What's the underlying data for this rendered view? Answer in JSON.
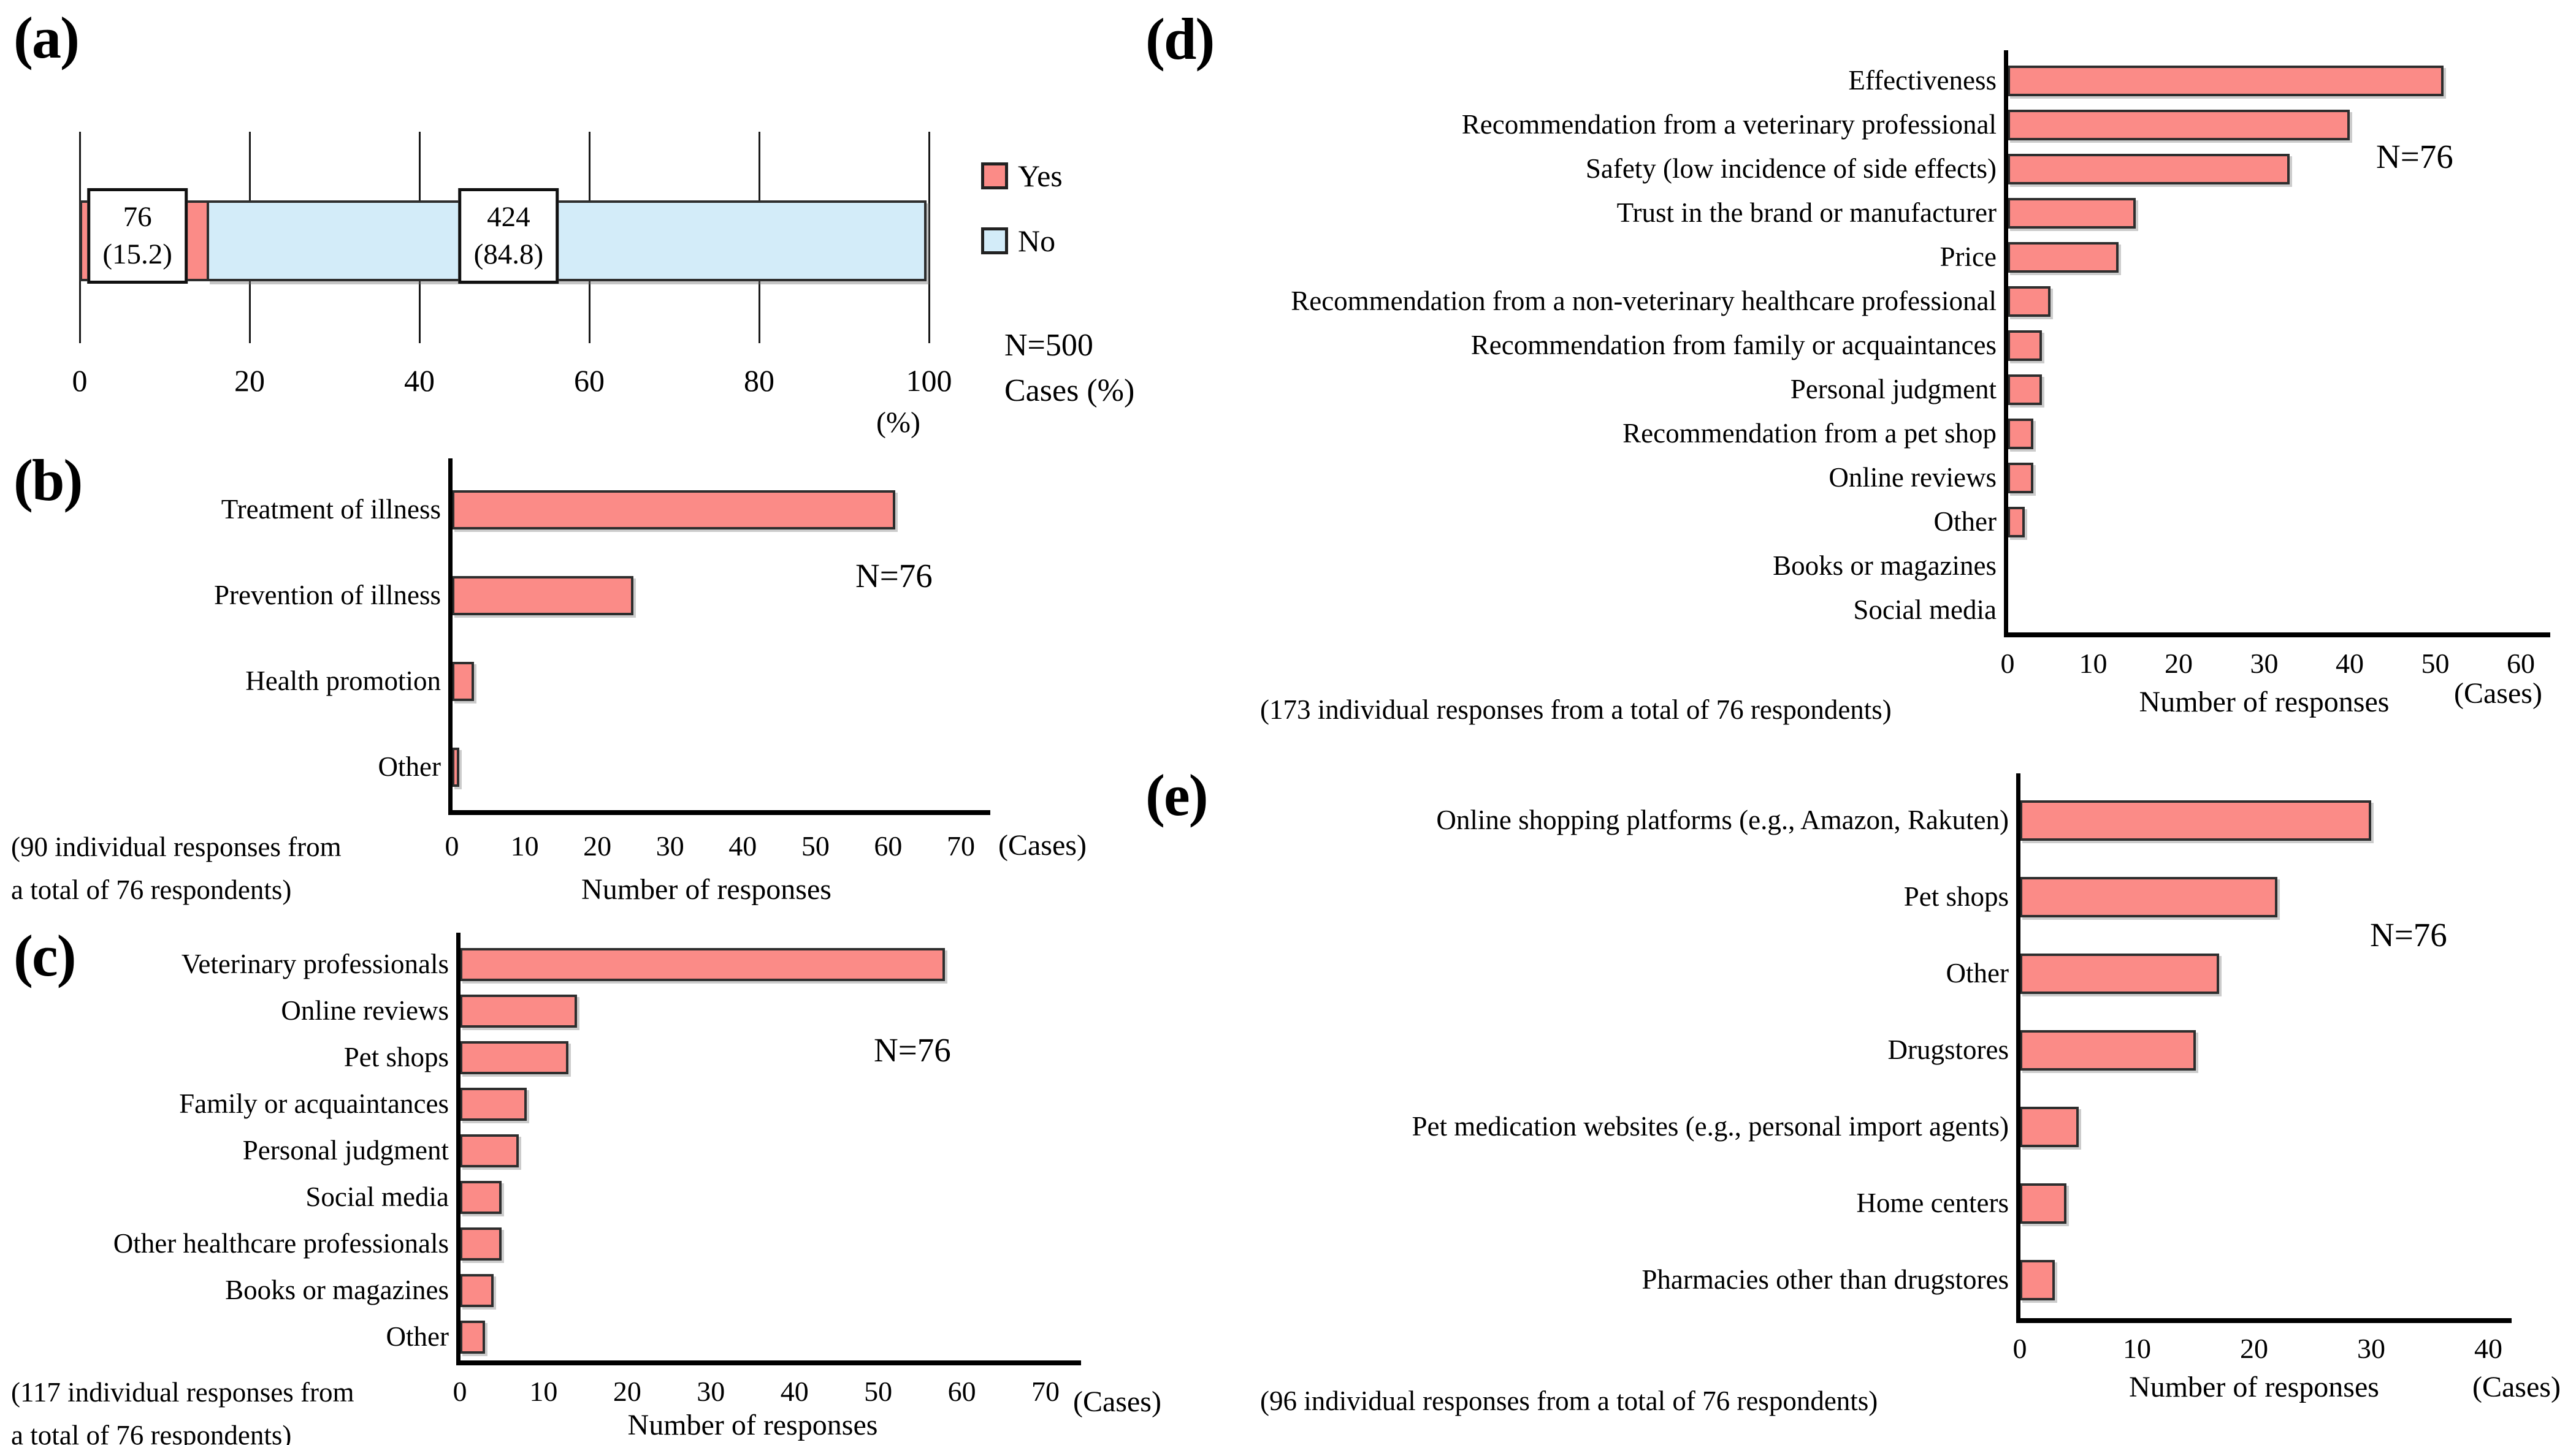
{
  "colors": {
    "bar_fill": "#fb8b87",
    "bar_border": "#2e2e2e",
    "no_fill": "#d3ecf9",
    "axis": "#000000",
    "background": "#ffffff"
  },
  "chart_data": [
    {
      "id": "a",
      "panel_letter": "(a)",
      "type": "bar",
      "subtype": "stacked-horizontal",
      "unit": "percent",
      "series": [
        {
          "name": "Yes",
          "count": 76,
          "percent": 15.2,
          "color": "#fb8b87",
          "box_label": "76\n(15.2)",
          "box_center_percent": 6.8
        },
        {
          "name": "No",
          "count": 424,
          "percent": 84.8,
          "color": "#d3ecf9",
          "box_label": "424\n(84.8)",
          "box_center_percent": 50.5
        }
      ],
      "legend": [
        {
          "label": "Yes",
          "color": "#fb8b87"
        },
        {
          "label": "No",
          "color": "#d3ecf9"
        }
      ],
      "n_label": "N=500",
      "cases_label": "Cases (%)",
      "axis_unit_label": "(%)",
      "xlim": [
        0,
        100
      ],
      "ticks": [
        0,
        20,
        40,
        60,
        80,
        100
      ],
      "gridlines": true,
      "legend_position": "right"
    },
    {
      "id": "b",
      "panel_letter": "(b)",
      "type": "bar",
      "subtype": "horizontal",
      "categories": [
        "Treatment of illness",
        "Prevention of illness",
        "Health promotion",
        "Other"
      ],
      "values": [
        61,
        25,
        3,
        1
      ],
      "n_label": "N=76",
      "xlabel": "Number of responses",
      "cases_label": "(Cases)",
      "xlim": [
        0,
        70
      ],
      "ticks": [
        0,
        10,
        20,
        30,
        40,
        50,
        60,
        70
      ],
      "footnote": "(90 individual responses from\na total of 76 respondents)",
      "gridlines": false
    },
    {
      "id": "c",
      "panel_letter": "(c)",
      "type": "bar",
      "subtype": "horizontal",
      "categories": [
        "Veterinary professionals",
        "Online reviews",
        "Pet shops",
        "Family or acquaintances",
        "Personal judgment",
        "Social media",
        "Other healthcare professionals",
        "Books or magazines",
        "Other"
      ],
      "values": [
        58,
        14,
        13,
        8,
        7,
        5,
        5,
        4,
        3
      ],
      "n_label": "N=76",
      "xlabel": "Number of responses",
      "cases_label": "(Cases)",
      "xlim": [
        0,
        70
      ],
      "ticks": [
        0,
        10,
        20,
        30,
        40,
        50,
        60,
        70
      ],
      "footnote": "(117 individual responses from\na total of 76 respondents)",
      "gridlines": false
    },
    {
      "id": "d",
      "panel_letter": "(d)",
      "type": "bar",
      "subtype": "horizontal",
      "categories": [
        "Effectiveness",
        "Recommendation from a veterinary professional",
        "Safety (low incidence of side effects)",
        "Trust in the brand or manufacturer",
        "Price",
        "Recommendation from a non-veterinary healthcare professional",
        "Recommendation from family or acquaintances",
        "Personal judgment",
        "Recommendation from a pet shop",
        "Online reviews",
        "Other",
        "Books or magazines",
        "Social media"
      ],
      "values": [
        51,
        40,
        33,
        15,
        13,
        5,
        4,
        4,
        3,
        3,
        2,
        0,
        0
      ],
      "n_label": "N=76",
      "xlabel": "Number of responses",
      "cases_label": "(Cases)",
      "xlim": [
        0,
        60
      ],
      "ticks": [
        0,
        10,
        20,
        30,
        40,
        50,
        60
      ],
      "footnote": "(173 individual responses from a total of 76 respondents)",
      "gridlines": false
    },
    {
      "id": "e",
      "panel_letter": "(e)",
      "type": "bar",
      "subtype": "horizontal",
      "categories": [
        "Online shopping platforms (e.g., Amazon, Rakuten)",
        "Pet shops",
        "Other",
        "Drugstores",
        "Pet medication websites (e.g., personal import agents)",
        "Home centers",
        "Pharmacies other than drugstores"
      ],
      "values": [
        30,
        22,
        17,
        15,
        5,
        4,
        3
      ],
      "n_label": "N=76",
      "xlabel": "Number of responses",
      "cases_label": "(Cases)",
      "xlim": [
        0,
        40
      ],
      "ticks": [
        0,
        10,
        20,
        30,
        40
      ],
      "footnote": "(96 individual responses from a total of 76 respondents)",
      "gridlines": false
    }
  ]
}
